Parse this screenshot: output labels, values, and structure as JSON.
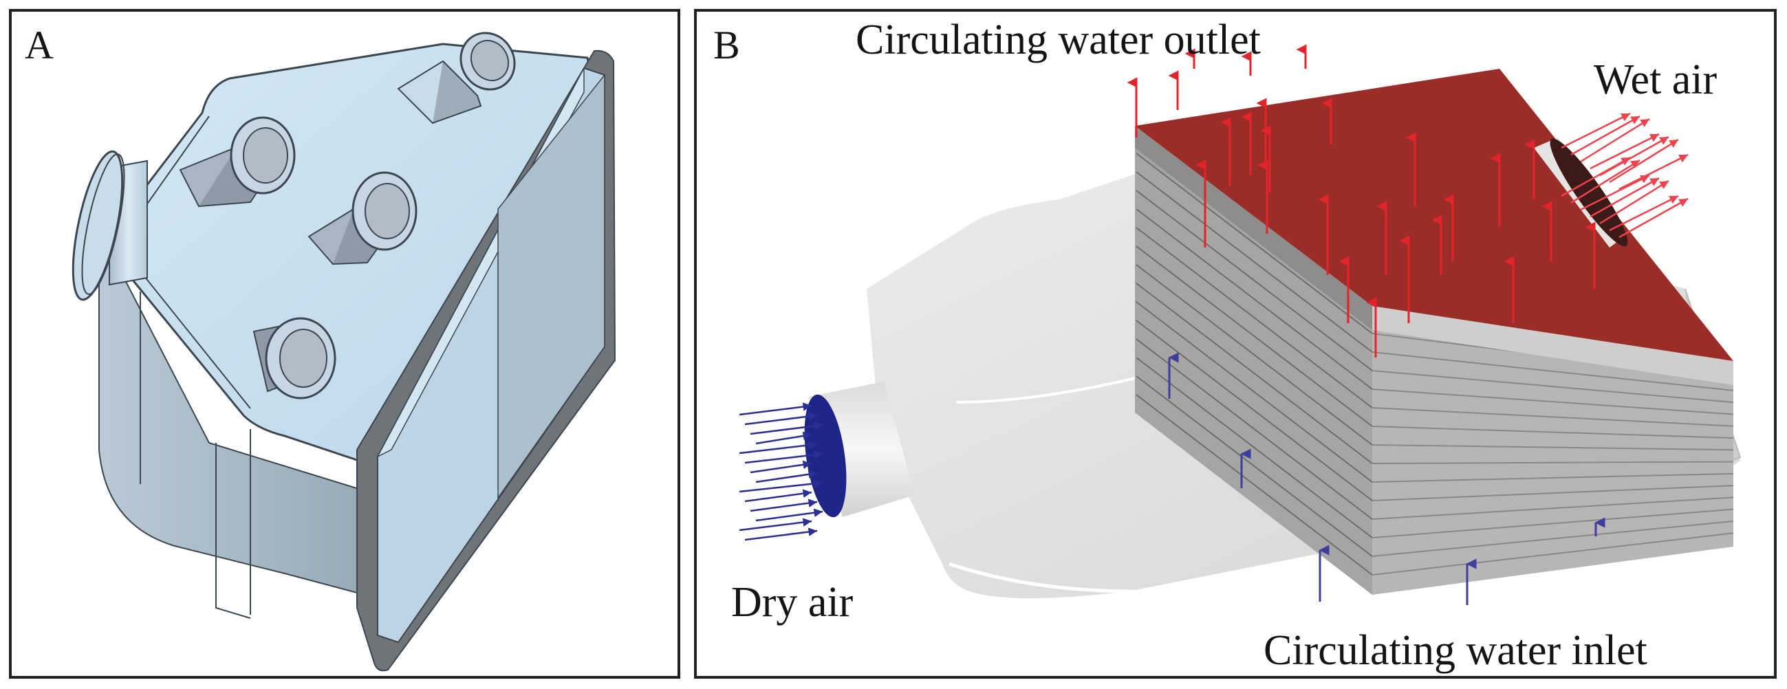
{
  "figure": {
    "panels": [
      {
        "id": "A",
        "letter": "A",
        "description": "CAD model of humidifier housing with four water ports, side air inlet pipe and rectangular flange",
        "colors": {
          "body": "#c8dfee",
          "shadow": "#a4b6c4",
          "edge": "#3b4650",
          "flange": "#6f7479"
        }
      },
      {
        "id": "B",
        "letter": "B",
        "description": "Flow boundary model of humidifier with stacked plate core",
        "labels": {
          "outlet": "Circulating water outlet",
          "wet_air": "Wet air",
          "dry_air": "Dry air",
          "inlet": "Circulating water inlet"
        },
        "colors": {
          "top_plate": "#9b2c28",
          "outlet_arrows": "#e3242b",
          "wet_air_arrows": "#f0424a",
          "dry_air_arrows": "#2a2f96",
          "inlet_arrows": "#3c3f9e",
          "duct": "#e3e1e0",
          "stack": "#a7a5a4",
          "stack_light": "#c9c7c6"
        }
      }
    ]
  }
}
